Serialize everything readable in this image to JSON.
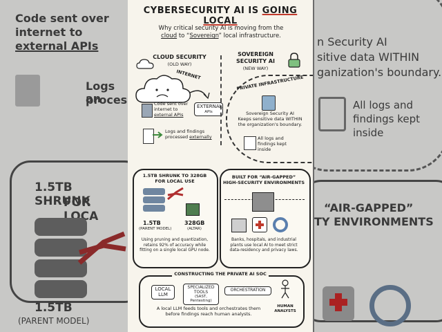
{
  "left_bg": {
    "code_text_1": "Code sent over",
    "code_text_2": "internet to",
    "code_text_3": "external APIs",
    "logs_text_1": "Logs an",
    "logs_text_2": "processe",
    "shrunk_1": "1.5TB SHRUNK",
    "shrunk_2": "FOR LOCA",
    "size": "1.5TB",
    "parent": "(PARENT MODEL)"
  },
  "right_bg": {
    "sov_1": "n Security AI",
    "sov_2": "sitive data WITHIN",
    "sov_3": "ganization's boundary.",
    "logs_1": "All logs and",
    "logs_2": "findings kept",
    "logs_3": "inside",
    "air_1": "“AIR-GAPPED”",
    "air_2": "TY ENVIRONMENTS"
  },
  "main": {
    "title_pre": "CYBERSECURITY AI IS ",
    "title_em": "GOING LOCAL",
    "subtitle_1": "Why critical security AI is moving from the",
    "subtitle_2a": "cloud",
    "subtitle_2b": " to “",
    "subtitle_2c": "Sovereign",
    "subtitle_2d": "” local infrastructure."
  },
  "cloud": {
    "heading": "CLOUD SECURITY",
    "sub": "(OLD WAY)",
    "internet": "INTERNET",
    "external_1": "EXTERNAL",
    "external_2": "APIs",
    "code_1": "Code sent over",
    "code_2": "internet to",
    "code_3": "external APIs",
    "logs_1": "Logs and findings",
    "logs_2a": "processed ",
    "logs_2b": "externally"
  },
  "sovereign": {
    "heading_1": "SOVEREIGN",
    "heading_2": "SECURITY AI",
    "sub": "(NEW WAY)",
    "banner": "PRIVATE INFRASTRUCTURE",
    "desc_1": "Sovereign Security AI",
    "desc_2": "Keeps sensitive data WITHIN",
    "desc_3": "the organization's boundary.",
    "logs_1": "All logs and",
    "logs_2": "findings kept",
    "logs_3": "inside"
  },
  "shrink": {
    "heading_1": "1.5TB SHRUNK TO 328GB",
    "heading_2": "FOR LOCAL USE",
    "parent_size": "1.5TB",
    "parent_label": "(PARENT MODEL)",
    "altar_size": "328GB",
    "altar_label": "(ALTAR)",
    "desc_1": "Using pruning and quantization,",
    "desc_2": "retains 92% of accuracy while",
    "desc_3": "fitting on a single local GPU node."
  },
  "airgap": {
    "heading_1": "BUILT FOR “AIR-GAPPED”",
    "heading_2": "HIGH-SECURITY ENVIRONMENTS",
    "desc_1": "Banks, hospitals, and industrial",
    "desc_2": "plants use local AI to meet strict",
    "desc_3": "data-residency and privacy laws."
  },
  "soc": {
    "heading": "CONSTRUCTING THE PRIVATE AI SOC",
    "llm_1": "LOCAL",
    "llm_2": "LLM",
    "tools_1": "SPECIALIZED",
    "tools_2": "TOOLS",
    "tools_3": "(SAST, Pentesting)",
    "orch": "ORCHESTRATION",
    "human_1": "HUMAN",
    "human_2": "ANALYSTS",
    "desc_1": "A local LLM feeds tools and orchestrates them",
    "desc_2": "before findings reach human analysts."
  }
}
